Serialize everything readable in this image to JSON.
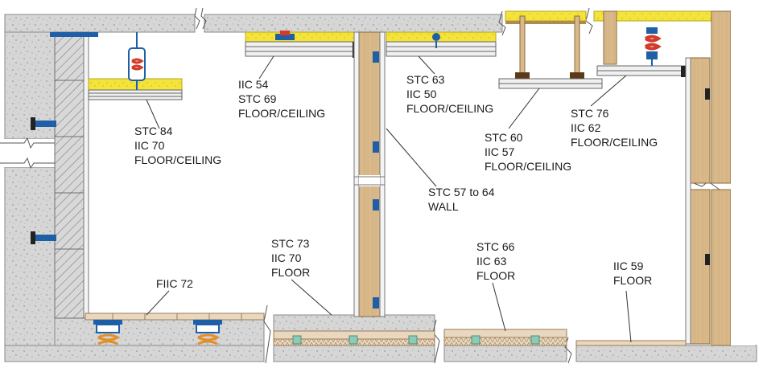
{
  "colors": {
    "concrete": "#d3d3d3",
    "concrete_outline": "#8a8a8a",
    "insulation": "#f3e33a",
    "wood": "#d9b98a",
    "wood_dark": "#b08a55",
    "clip_blue": "#1f5fa8",
    "spring_red": "#d23a2a",
    "isolator_orange": "#e0902a",
    "drywall": "#f0f0f0",
    "mat_green": "#8fc9b8"
  },
  "icons": [
    "resilient-clip-icon",
    "spring-hanger-icon",
    "wall-isolator-icon",
    "floor-isolator-icon",
    "break-line-icon"
  ],
  "labels": {
    "stc84": {
      "l1": "STC 84",
      "l2": "IIC 70",
      "l3": "FLOOR/CEILING"
    },
    "iic54": {
      "l1": "IIC 54",
      "l2": "STC 69",
      "l3": "FLOOR/CEILING"
    },
    "stc63": {
      "l1": "STC 63",
      "l2": "IIC 50",
      "l3": "FLOOR/CEILING"
    },
    "stc60": {
      "l1": "STC 60",
      "l2": "IIC 57",
      "l3": "FLOOR/CEILING"
    },
    "stc76": {
      "l1": "STC 76",
      "l2": "IIC 62",
      "l3": "FLOOR/CEILING"
    },
    "wall": {
      "l1": "STC 57 to 64",
      "l2": "WALL"
    },
    "fiic": {
      "l1": "FIIC 72"
    },
    "stc73": {
      "l1": "STC 73",
      "l2": "IIC 70",
      "l3": "FLOOR"
    },
    "stc66": {
      "l1": "STC 66",
      "l2": "IIC 63",
      "l3": "FLOOR"
    },
    "iic59": {
      "l1": "IIC 59",
      "l2": "FLOOR"
    }
  }
}
